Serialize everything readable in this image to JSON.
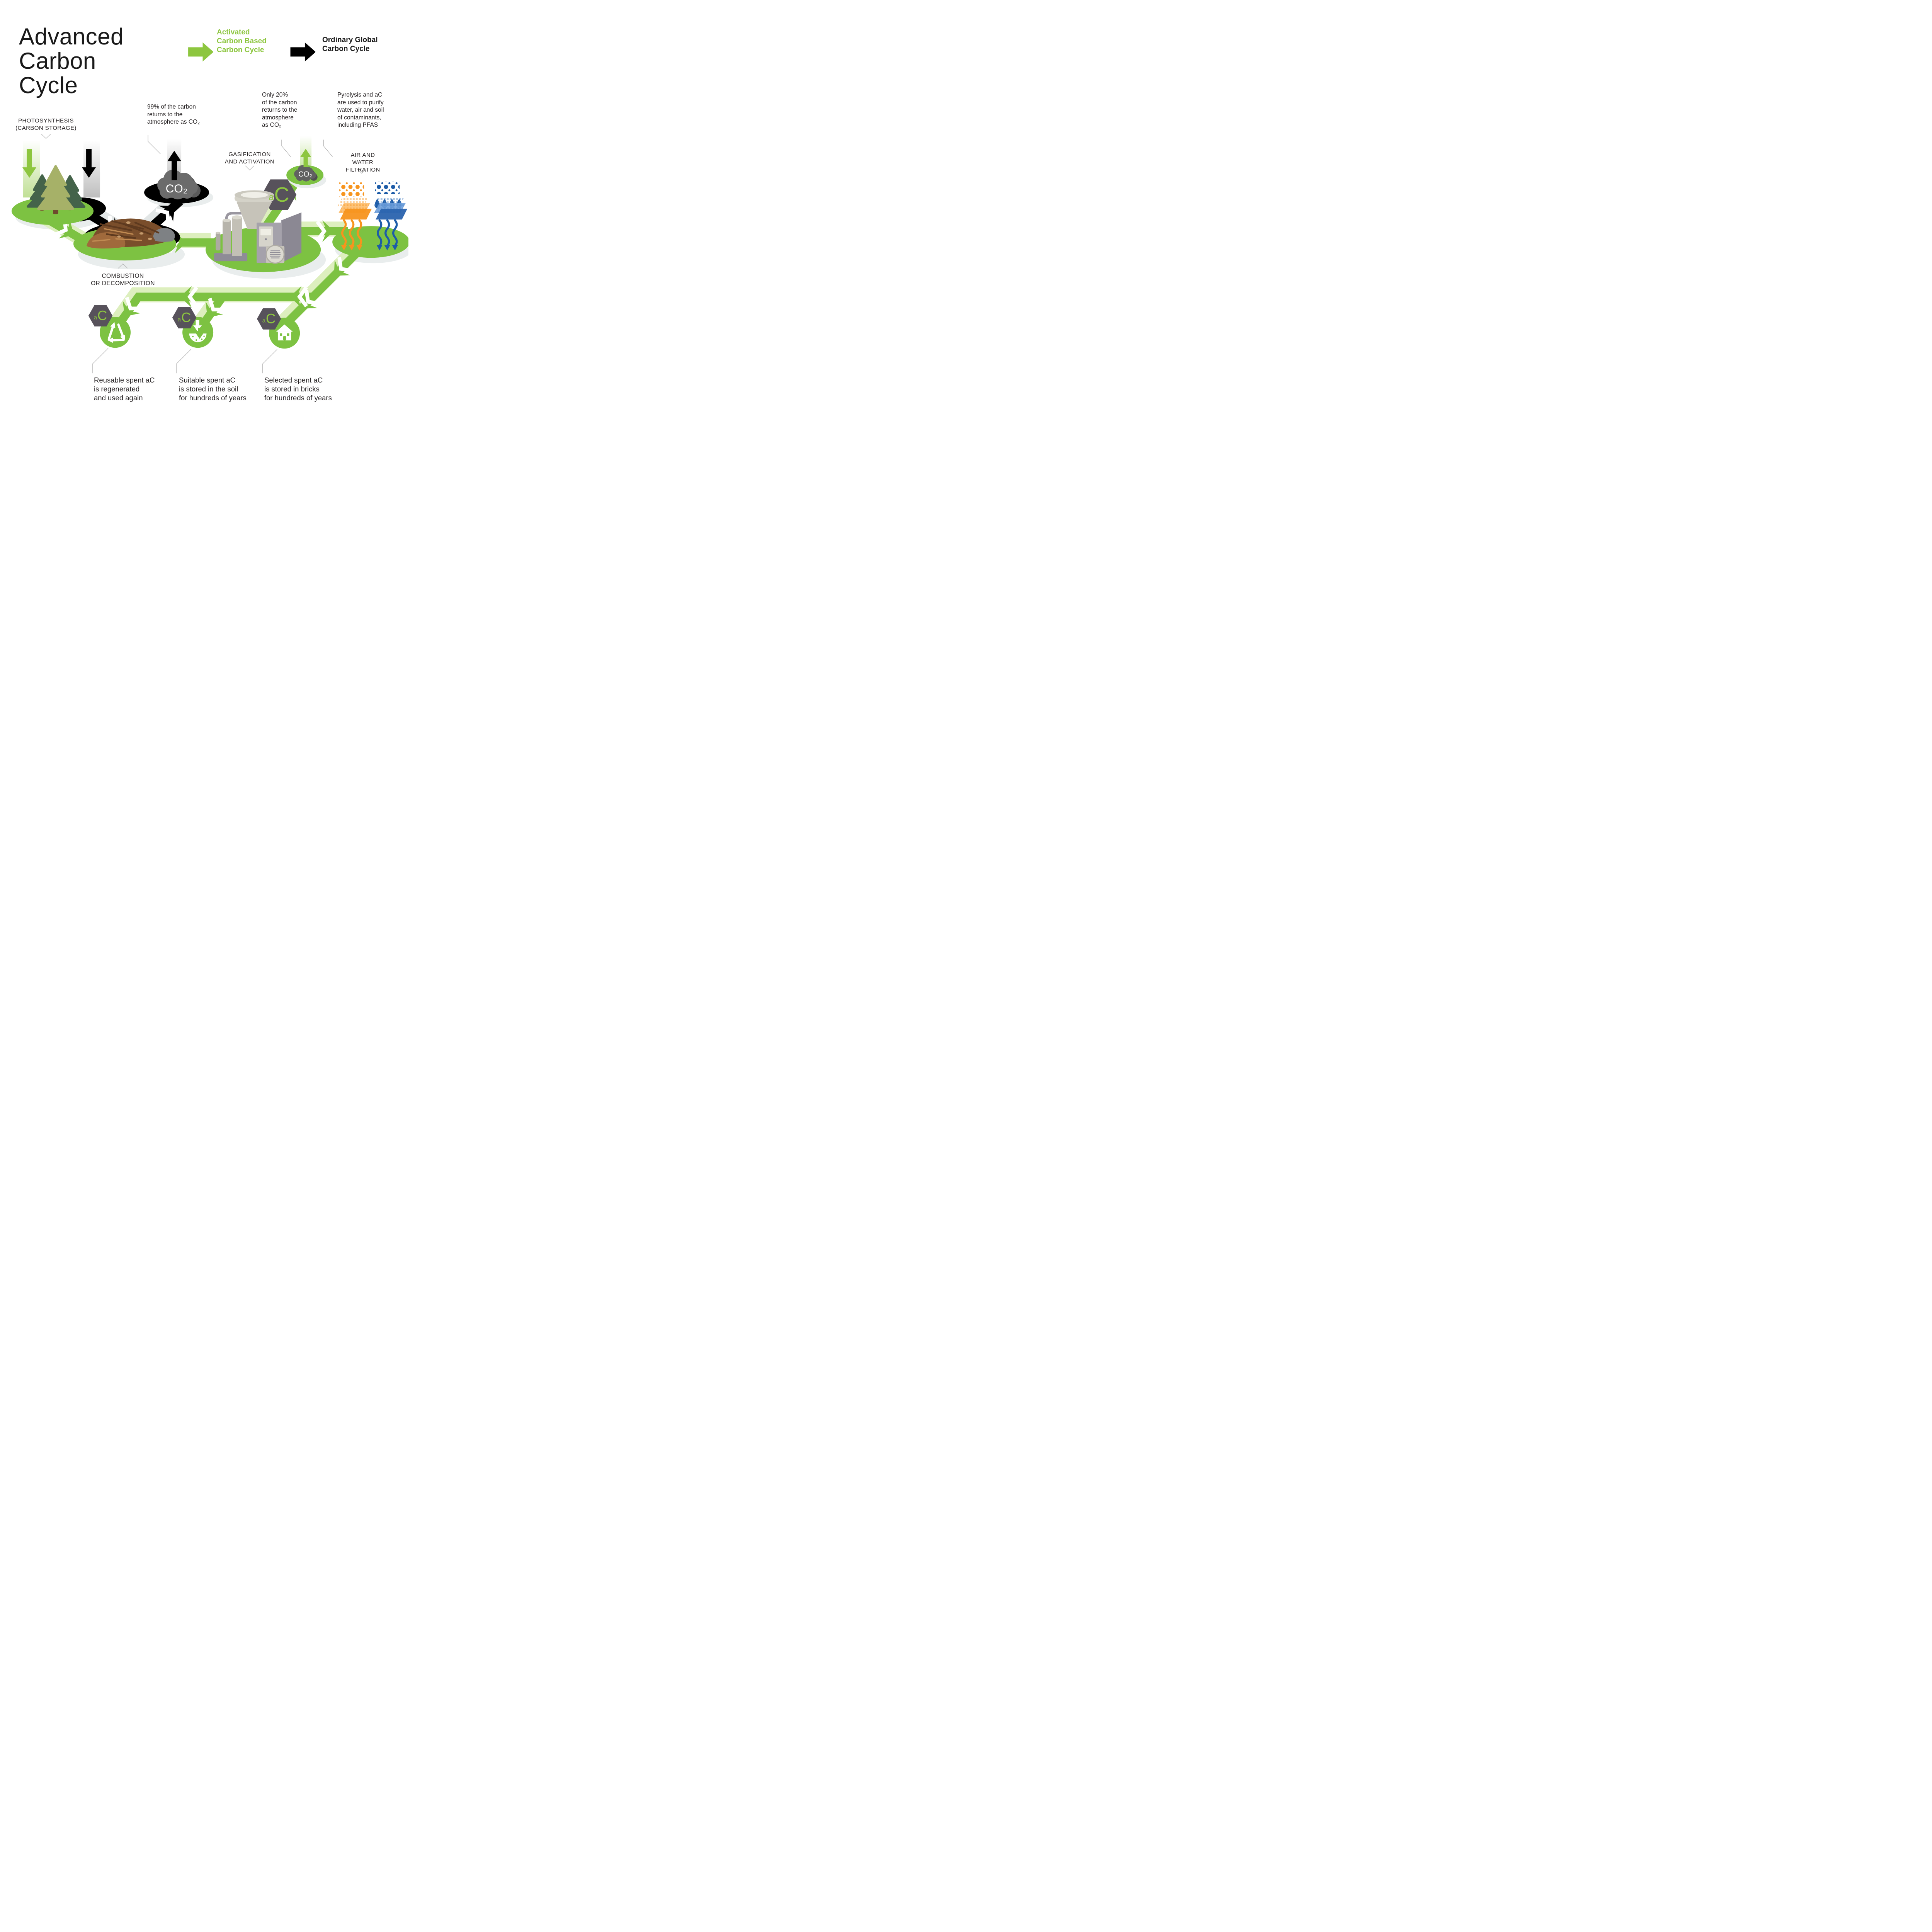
{
  "title": "Advanced\nCarbon\nCycle",
  "legend": {
    "activated": {
      "label": "Activated\nCarbon Based\nCarbon Cycle",
      "color": "#8DC63F"
    },
    "ordinary": {
      "label": "Ordinary Global\nCarbon Cycle",
      "color": "#000000"
    }
  },
  "node_labels": {
    "photosynthesis": "PHOTOSYNTHESIS\n(CARBON STORAGE)",
    "combustion": "COMBUSTION\nOR DECOMPOSITION",
    "gasification": "GASIFICATION\nAND ACTIVATION",
    "filtration": "AIR AND WATER\nFILTRATION"
  },
  "annotations": {
    "carbon99": "99% of the carbon\nreturns to the\natmosphere as CO₂",
    "carbon20": "Only 20%\nof the carbon\nreturns to the\natmosphere\nas CO₂",
    "pyrolysis": "Pyrolysis and aC\nare used to purify\nwater, air and soil\nof contaminants,\nincluding PFAS"
  },
  "clouds": {
    "large": "CO₂",
    "small": "CO₂"
  },
  "badge": {
    "a": "a",
    "c": "C"
  },
  "outcomes": [
    "Reusable spent aC\nis regenerated\nand used again",
    "Suitable spent aC\nis stored in the soil\nfor hundreds of years",
    "Selected spent aC\nis stored in bricks\nfor hundreds of years"
  ],
  "icons": {
    "recycle": "recycle-arrows",
    "soil": "arrow-into-soil",
    "bricks": "house",
    "air_filter": "orange-particle-filter",
    "water_filter": "blue-droplet-filter"
  },
  "colors": {
    "green": "#7DC242",
    "bright_green": "#8DC63F",
    "pale_green": "#DDEFBE",
    "black": "#000000",
    "cloud_gray": "#6B6B6B",
    "hex_gray": "#57525B",
    "orange": "#F7941D",
    "blue": "#1D5CA8",
    "shadow": "#E9EDED"
  }
}
